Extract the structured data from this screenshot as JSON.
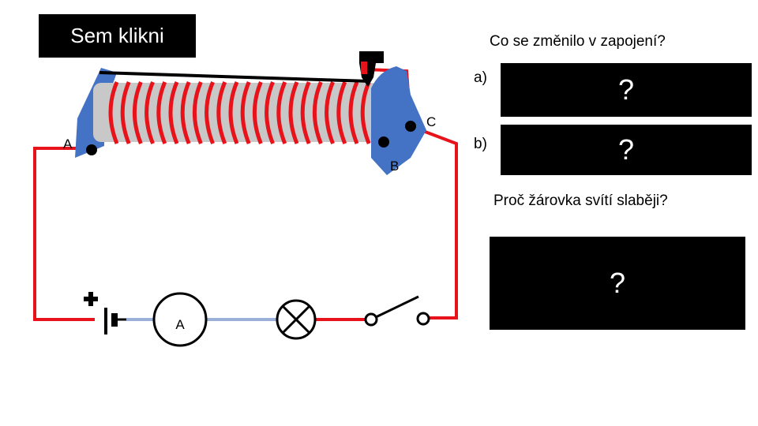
{
  "button": {
    "label": "Sem klikni"
  },
  "question_main": "Co se změnilo v zapojení?",
  "answers": [
    {
      "label": "a)",
      "box": "?"
    },
    {
      "label": "b)",
      "box": "?"
    }
  ],
  "question_second": "Proč žárovka svítí slaběji?",
  "answer_second": {
    "box": "?"
  },
  "circuit": {
    "terminal_a": "A",
    "terminal_b": "B",
    "terminal_c": "C",
    "ammeter": "A"
  },
  "colors": {
    "wire_red": "#e8121b",
    "wire_blue": "#9ab0d8",
    "coil_end": "#4472c4",
    "core": "#c8c8c8"
  }
}
